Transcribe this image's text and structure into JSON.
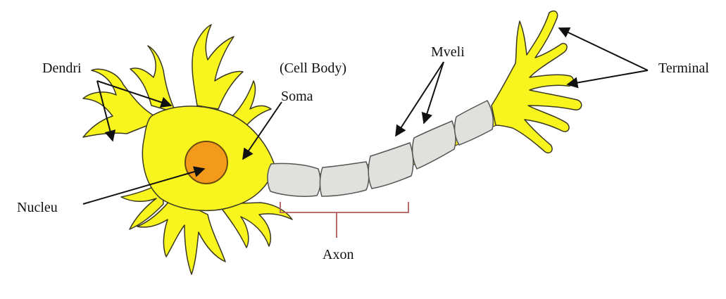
{
  "labels": {
    "dendrites": "Dendri",
    "cell_body": "(Cell Body)",
    "soma": "Soma",
    "myelin": "Mveli",
    "terminal": "Terminal",
    "nucleus": "Nucleu",
    "axon": "Axon"
  },
  "colors": {
    "cell_fill": "#f8f51e",
    "cell_outline": "#3a3820",
    "nucleus_fill": "#f39a1a",
    "myelin_fill": "#e0e0dc",
    "axon_bracket": "#b05a5a",
    "arrow": "#111111"
  }
}
